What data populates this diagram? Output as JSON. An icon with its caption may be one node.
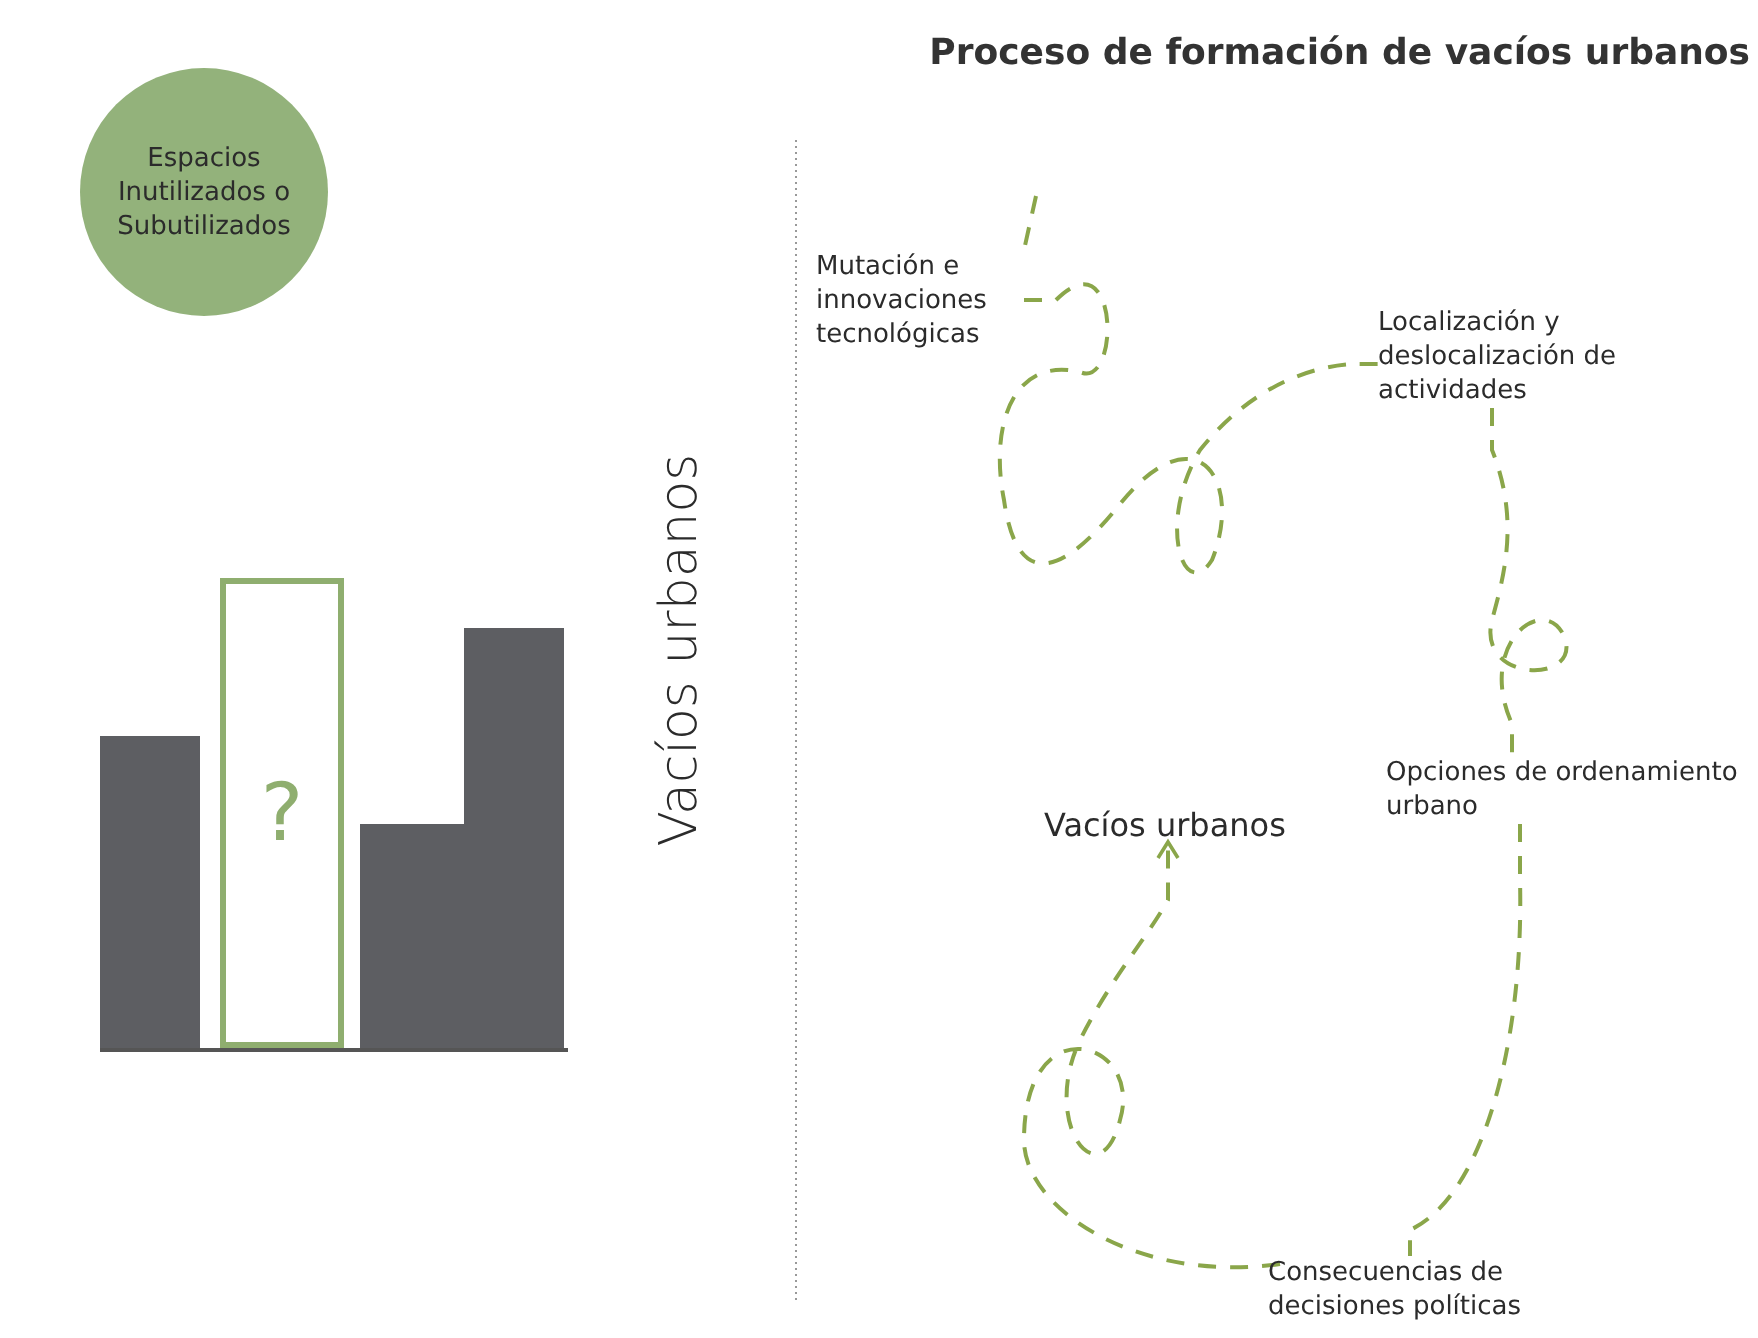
{
  "diagram": {
    "title": "Proceso de formación de vacíos urbanos",
    "nodes": [
      {
        "text": [
          "Espacios Inutilizados o Subutilizados"
        ]
      },
      {
        "text": [],
        "shape": "bar"
      },
      {
        "text": [
          "?"
        ]
      },
      {
        "text": [],
        "shape": "bar"
      },
      {
        "text": [],
        "shape": "bar"
      },
      {
        "text": [
          "Mutación e innovaciones tecnológicas"
        ]
      },
      {
        "text": [
          "Localización y deslocalización de actividades"
        ]
      },
      {
        "text": [
          "Opciones de ordenamiento urbano"
        ]
      },
      {
        "text": [
          "Vacíos urbanos"
        ]
      },
      {
        "text": [
          "Consecuencias de decisiones políticas"
        ]
      }
    ],
    "edges": [
      {
        "from": null,
        "to": 5,
        "arrow": "none",
        "style": "dashed"
      },
      {
        "from": 5,
        "to": 6,
        "arrow": "none",
        "style": "dashed"
      },
      {
        "from": 6,
        "to": 7,
        "arrow": "none",
        "style": "dashed"
      },
      {
        "from": 7,
        "to": 9,
        "arrow": "none",
        "style": "dashed"
      },
      {
        "from": 9,
        "to": 8,
        "arrow": "to",
        "style": "dashed"
      }
    ],
    "labels": [
      "Vacíos urbanos"
    ]
  }
}
